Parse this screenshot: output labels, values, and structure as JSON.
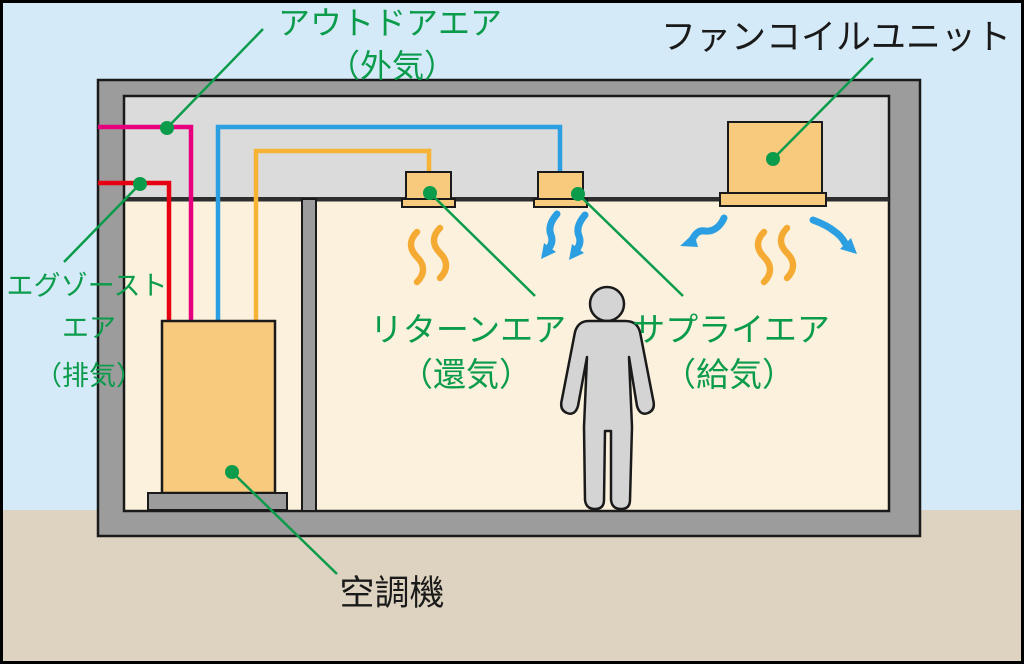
{
  "diagram": {
    "type": "hvac-cross-section",
    "labels": {
      "outdoor_air": {
        "line1": "アウトドアエア",
        "line2": "（外気）"
      },
      "fan_coil_unit": {
        "text": "ファンコイルユニット"
      },
      "exhaust_air": {
        "line1": "エグゾースト",
        "line2": "エア",
        "line3": "（排気）"
      },
      "return_air": {
        "line1": "リターンエア",
        "line2": "（還気）"
      },
      "supply_air": {
        "line1": "サプライエア",
        "line2": "（給気）"
      },
      "air_handler": {
        "text": "空調機"
      }
    },
    "colors": {
      "sky": "#d5eaf8",
      "ground": "#ded3c0",
      "wall_gray": "#9c9c9c",
      "plenum_gray": "#dbdbdb",
      "room_cream": "#fbf1dc",
      "equipment_orange": "#f8ca7e",
      "duct_red": "#e60012",
      "duct_pink": "#e6007e",
      "duct_blue": "#2b9fe2",
      "duct_orange": "#f6b335",
      "wave_orange": "#f5ab33",
      "callout_green": "#0a9b4b",
      "text_black": "#1a1a1a",
      "person_gray": "#d4d4d4"
    }
  }
}
